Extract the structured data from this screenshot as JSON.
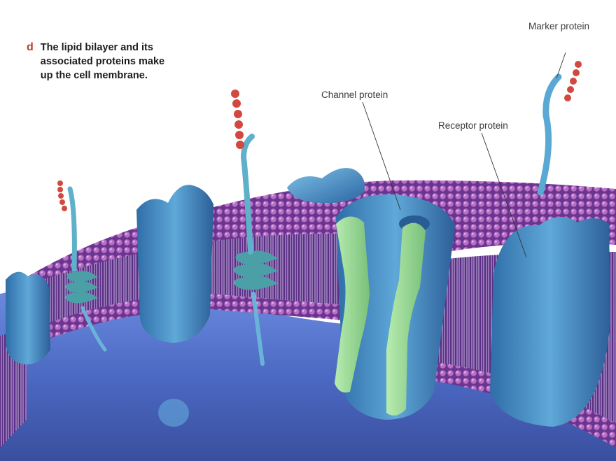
{
  "caption": {
    "letter": "d",
    "text": "The lipid bilayer and its\nassociated proteins make\nup the cell membrane."
  },
  "labels": {
    "marker": "Marker protein",
    "channel": "Channel protein",
    "receptor": "Receptor protein"
  },
  "colors": {
    "membrane": "#8e4fa3",
    "lipid_head": "#c77fcf",
    "protein": "#4f95c9",
    "channel_inner": "#9fd59a",
    "cytoplasm": "#4e6fc4",
    "marker_chain": "#d2483f"
  }
}
